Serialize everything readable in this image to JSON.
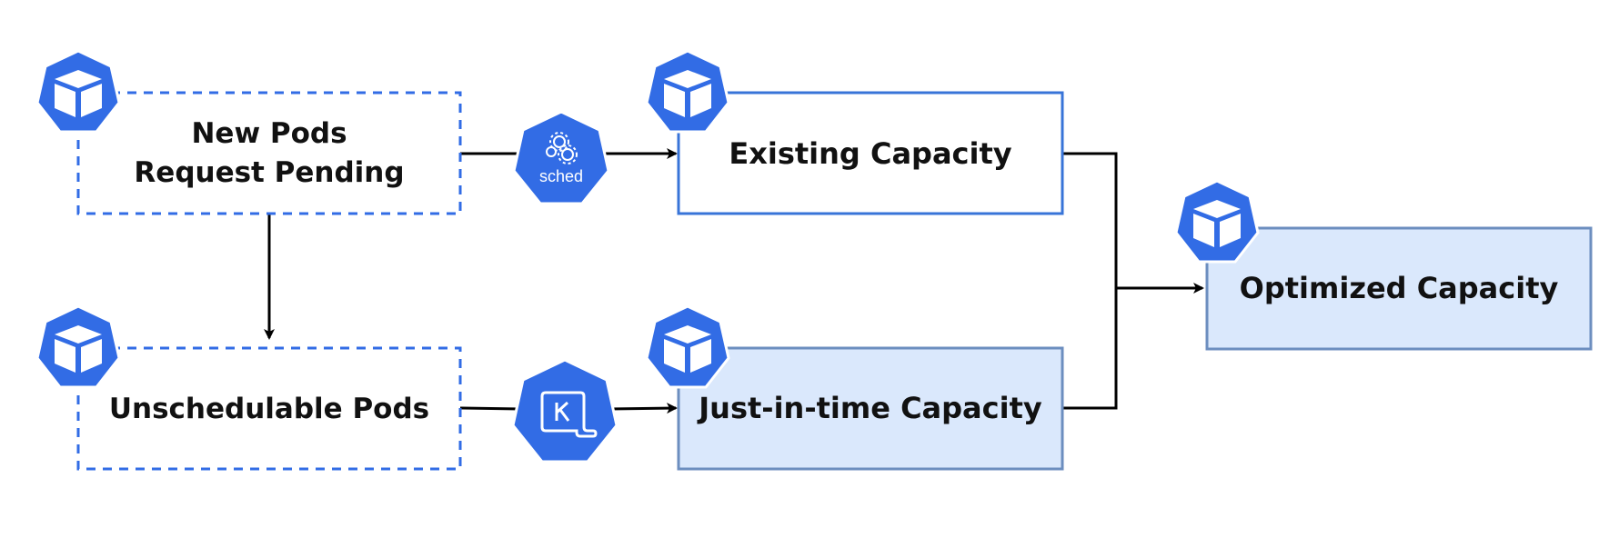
{
  "colors": {
    "kube_blue": "#326CE5",
    "dashed_border": "#326CE5",
    "solid_border": "#3874D8",
    "muted_border": "#6C8EBF",
    "light_fill": "#DAE8FC",
    "connector": "#000000"
  },
  "nodes": {
    "new_pods": {
      "line1": "New Pods",
      "line2": "Request Pending",
      "icon": "pod-cube-icon"
    },
    "unschedulable": {
      "label": "Unschedulable Pods",
      "icon": "pod-cube-icon"
    },
    "existing": {
      "label": "Existing Capacity",
      "icon": "pod-cube-icon"
    },
    "jit": {
      "label": "Just-in-time Capacity",
      "icon": "pod-cube-icon"
    },
    "optimized": {
      "label": "Optimized Capacity",
      "icon": "pod-cube-icon"
    }
  },
  "actors": {
    "scheduler": {
      "label": "sched",
      "icon": "kube-scheduler-icon"
    },
    "karpenter": {
      "icon": "karpenter-icon"
    }
  }
}
